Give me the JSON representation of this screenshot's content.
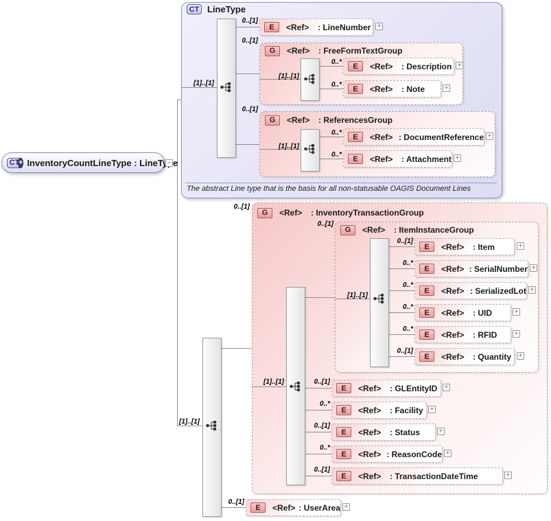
{
  "glyphs": {
    "plus": "+",
    "minus": "−"
  },
  "palette": {
    "type_fill": "#dcdcf3",
    "group_pink": "#f7c7c7",
    "badge_red": "#ee9b9b",
    "badge_blue": "#c8c8ec"
  },
  "root": {
    "badge": "CT",
    "label": "InventoryCountLineType : LineType"
  },
  "line_type": {
    "badge": "CT",
    "title": "LineType",
    "seq_card": "[1]..[1]",
    "annotation": "The abstract Line type that is the basis for all non-statusable OAGIS Document Lines",
    "line_number": {
      "card": "0..[1]",
      "badge": "E",
      "ref": "<Ref>",
      "name": ": LineNumber"
    },
    "free_form_text_group": {
      "card": "0..[1]",
      "badge": "G",
      "ref": "<Ref>",
      "name": ": FreeFormTextGroup",
      "seq_card": "[1]..[1]",
      "description": {
        "card": "0..*",
        "badge": "E",
        "ref": "<Ref>",
        "name": ": Description"
      },
      "note": {
        "card": "0..*",
        "badge": "E",
        "ref": "<Ref>",
        "name": ": Note"
      }
    },
    "references_group": {
      "card": "0..[1]",
      "badge": "G",
      "ref": "<Ref>",
      "name": ": ReferencesGroup",
      "seq_card": "[1]..[1]",
      "document_reference": {
        "card": "0..*",
        "badge": "E",
        "ref": "<Ref>",
        "name": ": DocumentReference"
      },
      "attachment": {
        "card": "0..*",
        "badge": "E",
        "ref": "<Ref>",
        "name": ": Attachment"
      }
    }
  },
  "extension": {
    "seq_card": "[1]..[1]",
    "inventory_transaction_group": {
      "card": "0..[1]",
      "badge": "G",
      "ref": "<Ref>",
      "name": ": InventoryTransactionGroup",
      "seq_card": "[1]..[1]",
      "item_instance_group": {
        "card": "0..[1]",
        "badge": "G",
        "ref": "<Ref>",
        "name": ": ItemInstanceGroup",
        "seq_card": "[1]..[1]",
        "item": {
          "card": "0..[1]",
          "badge": "E",
          "ref": "<Ref>",
          "name": ": Item"
        },
        "serial_number": {
          "card": "0..*",
          "badge": "E",
          "ref": "<Ref>",
          "name": ": SerialNumber"
        },
        "serialized_lot": {
          "card": "0..*",
          "badge": "E",
          "ref": "<Ref>",
          "name": ": SerializedLot"
        },
        "uid": {
          "card": "0..*",
          "badge": "E",
          "ref": "<Ref>",
          "name": ": UID"
        },
        "rfid": {
          "card": "0..*",
          "badge": "E",
          "ref": "<Ref>",
          "name": ": RFID"
        },
        "quantity": {
          "card": "0..[1]",
          "badge": "E",
          "ref": "<Ref>",
          "name": ": Quantity"
        }
      },
      "gl_entity_id": {
        "card": "0..[1]",
        "badge": "E",
        "ref": "<Ref>",
        "name": ": GLEntityID"
      },
      "facility": {
        "card": "0..*",
        "badge": "E",
        "ref": "<Ref>",
        "name": ": Facility"
      },
      "status": {
        "card": "0..[1]",
        "badge": "E",
        "ref": "<Ref>",
        "name": ": Status"
      },
      "reason_code": {
        "card": "0..*",
        "badge": "E",
        "ref": "<Ref>",
        "name": ": ReasonCode"
      },
      "transaction_date_time": {
        "card": "0..[1]",
        "badge": "E",
        "ref": "<Ref>",
        "name": ": TransactionDateTime"
      }
    },
    "user_area": {
      "card": "0..[1]",
      "badge": "E",
      "ref": "<Ref>",
      "name": ": UserArea"
    }
  }
}
